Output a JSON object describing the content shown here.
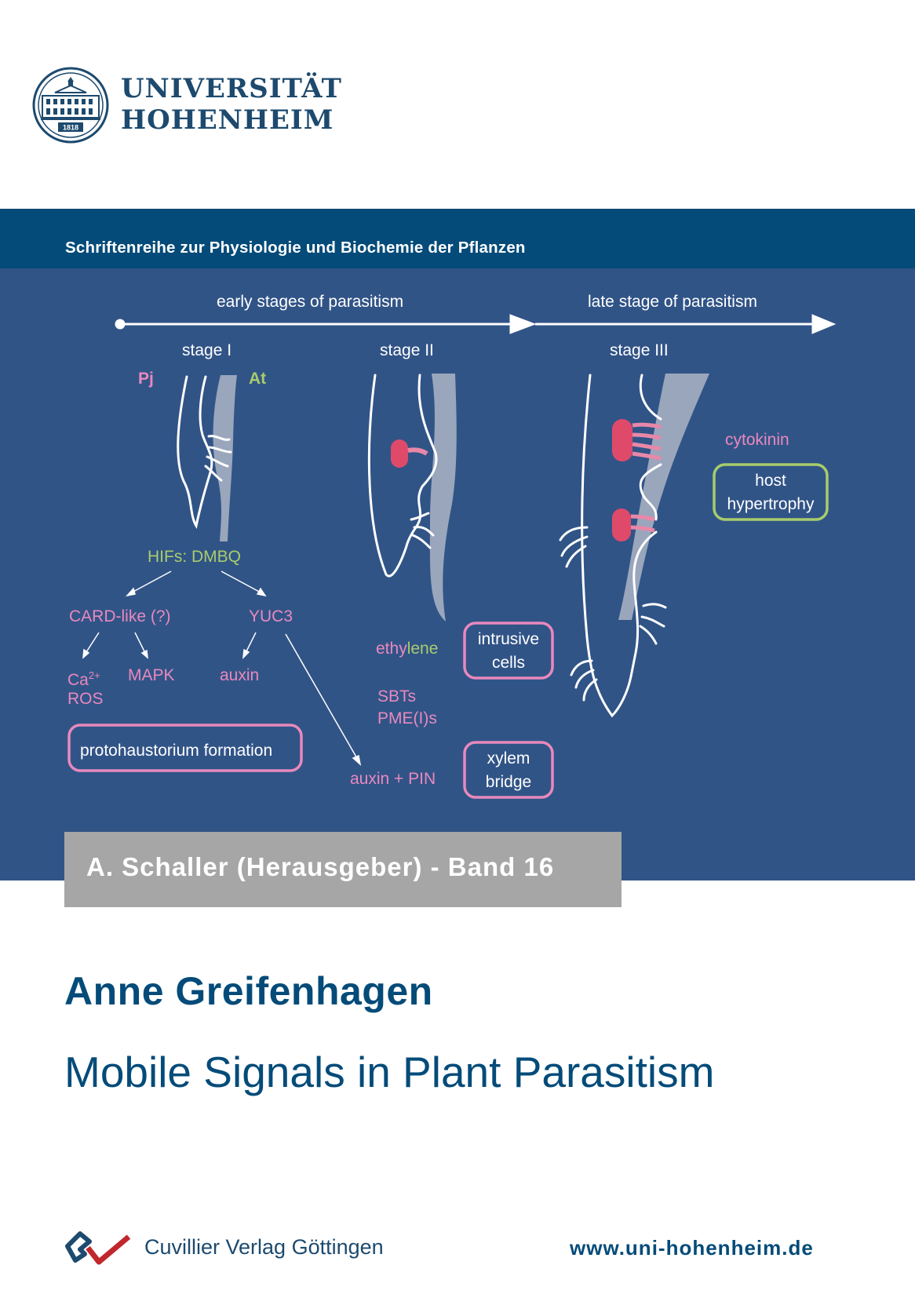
{
  "header": {
    "university_line1": "UNIVERSITÄT",
    "university_line2": "HOHENHEIM",
    "seal_year": "1818"
  },
  "series": {
    "title": "Schriftenreihe zur Physiologie und Biochemie der Pflanzen"
  },
  "diagram": {
    "timeline_early": "early stages of parasitism",
    "timeline_late": "late stage of parasitism",
    "stage1": "stage I",
    "stage2": "stage II",
    "stage3": "stage III",
    "pj": "Pj",
    "at": "At",
    "hifs": "HIFs: DMBQ",
    "card_like": "CARD-like (?)",
    "yuc3": "YUC3",
    "ca_prefix": "Ca",
    "ca_sup": "2+",
    "ros": "ROS",
    "mapk": "MAPK",
    "auxin": "auxin",
    "protohaustorium": "protohaustorium formation",
    "ethylene_part1": "ethy",
    "ethylene_part2": "lene",
    "sbts": "SBTs",
    "pmes": "PME(I)s",
    "auxin_pin": "auxin + PIN",
    "intrusive_line1": "intrusive",
    "intrusive_line2": "cells",
    "xylem_line1": "xylem",
    "xylem_line2": "bridge",
    "cytokinin": "cytokinin",
    "host_line1": "host",
    "host_line2": "hypertrophy"
  },
  "editor": {
    "text": "A. Schaller (Herausgeber) - Band 16"
  },
  "book": {
    "author": "Anne Greifenhagen",
    "title": "Mobile Signals in Plant Parasitism"
  },
  "footer": {
    "publisher": "Cuvillier Verlag Göttingen",
    "website": "www.uni-hohenheim.de"
  }
}
